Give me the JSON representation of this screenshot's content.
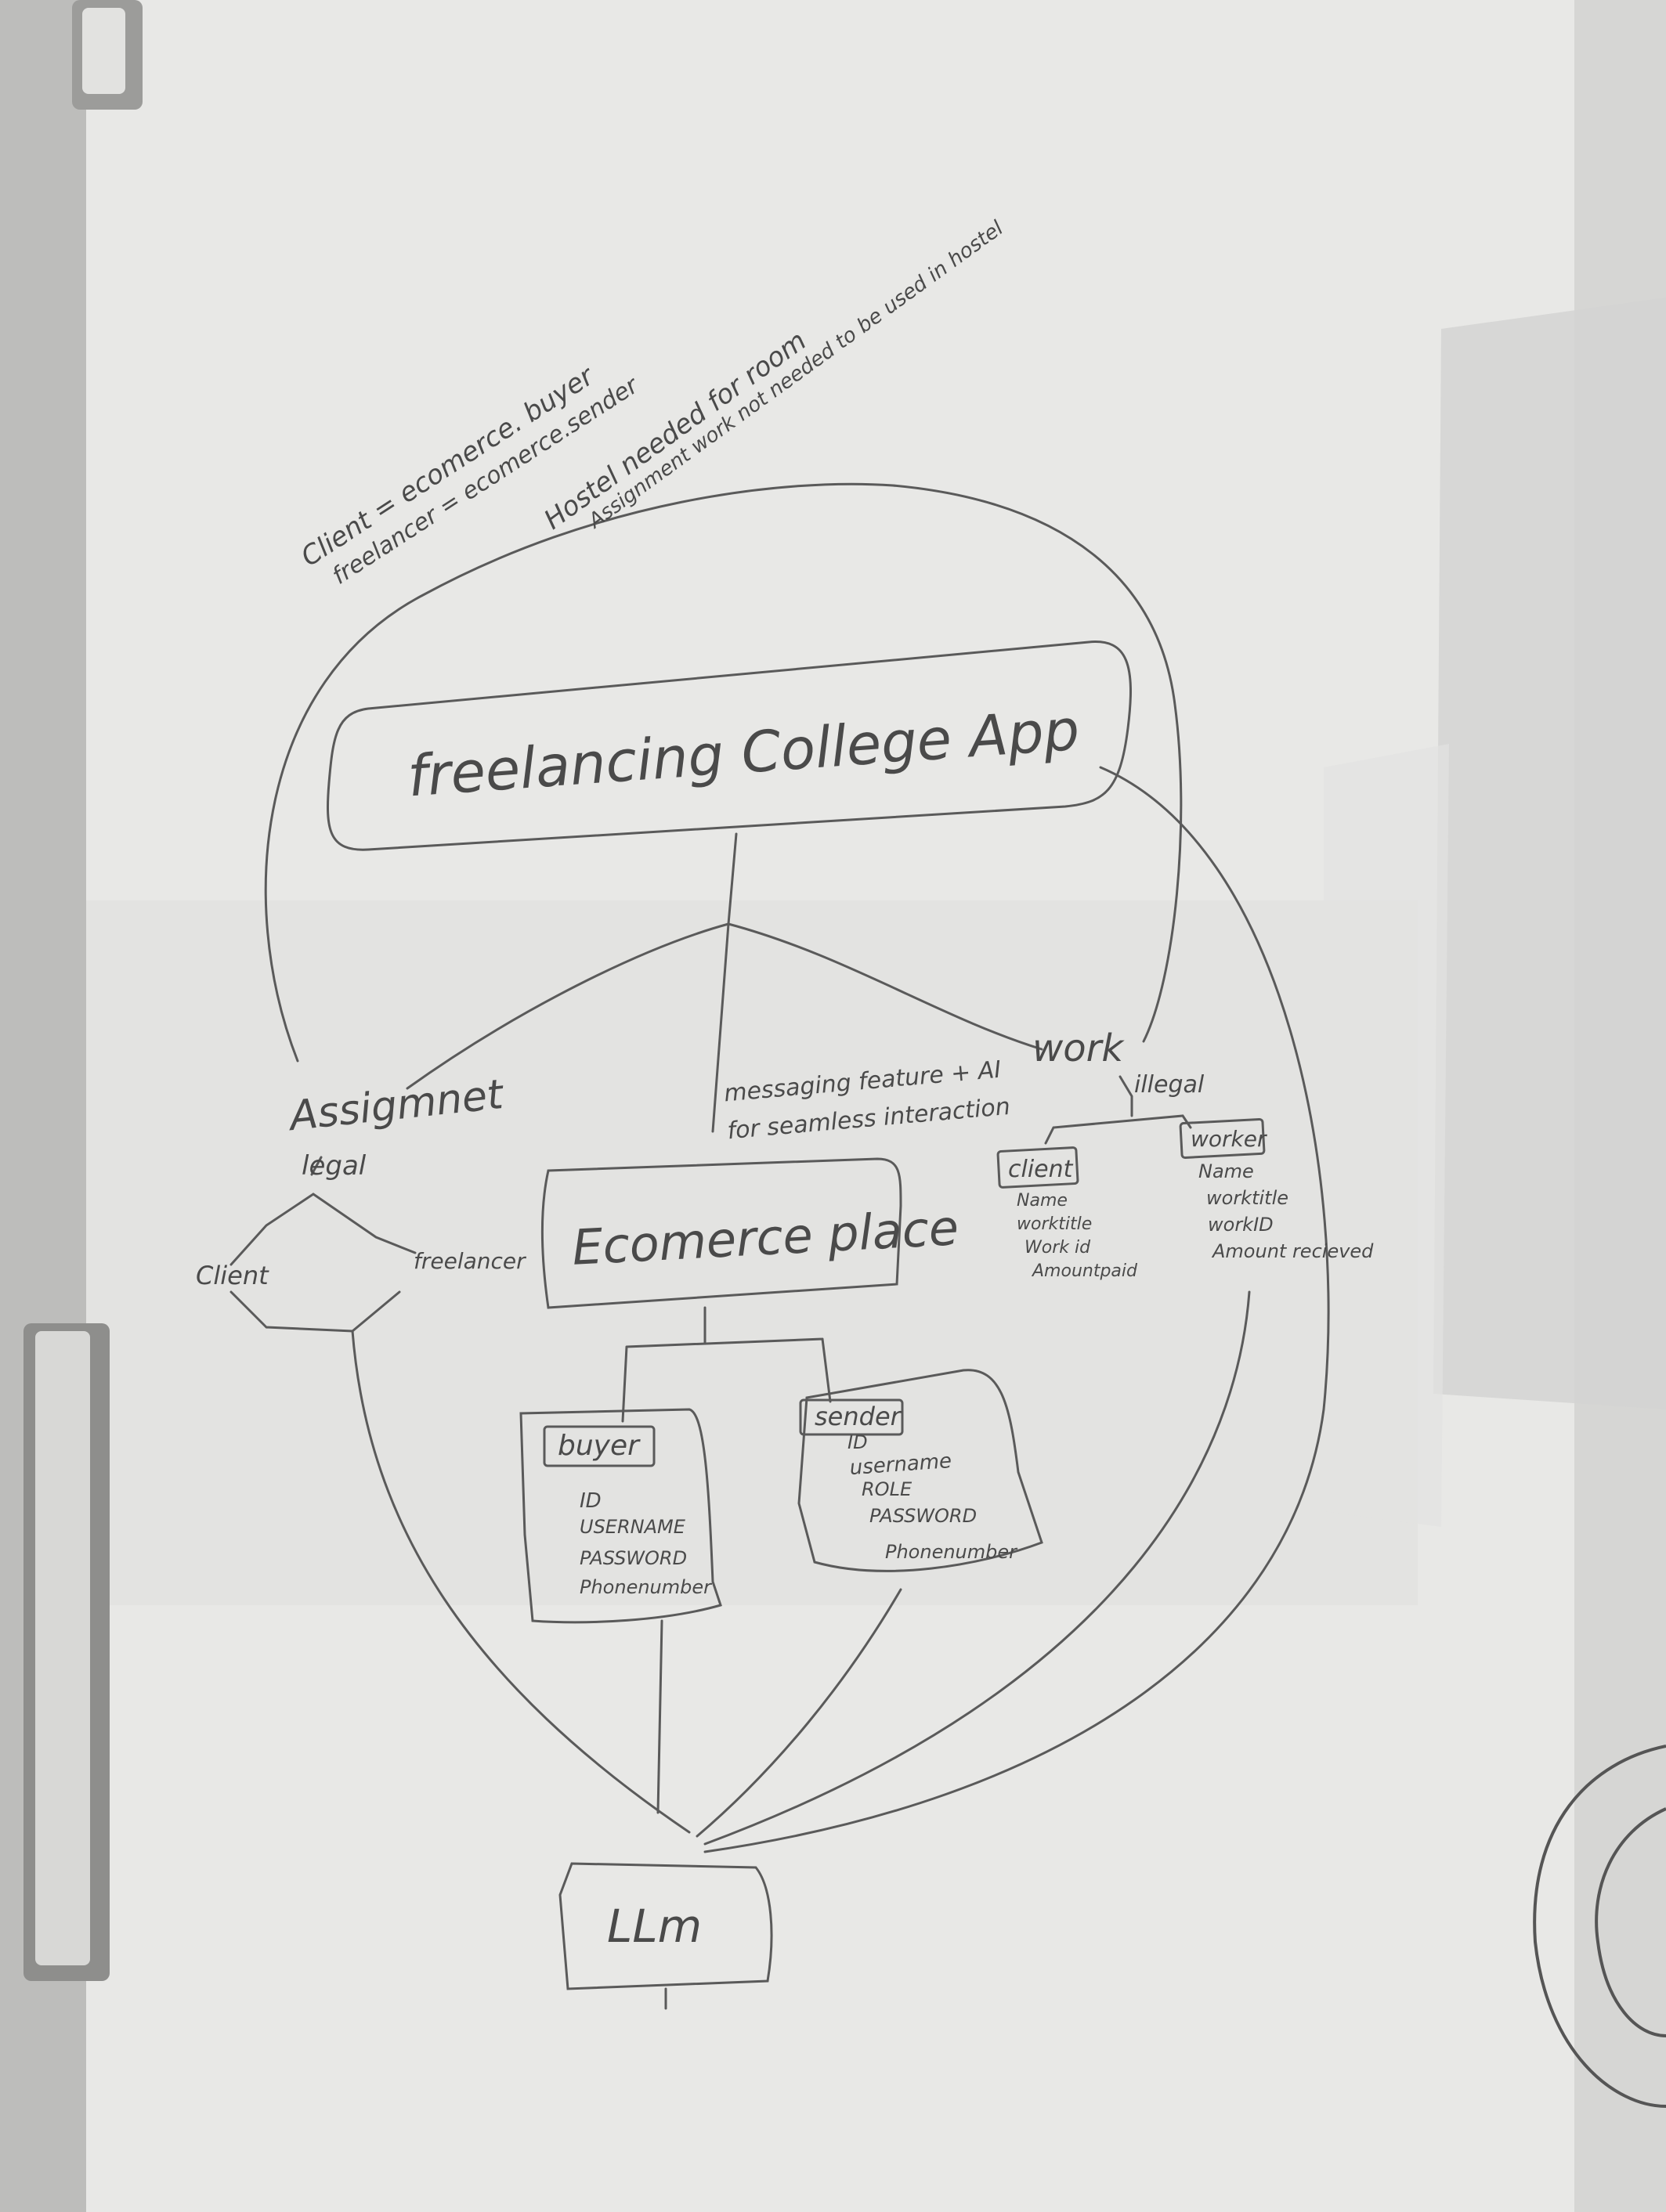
{
  "notes": {
    "line1": "Client = ecomerce. buyer",
    "line2": "freelancer = ecomerce.sender",
    "line3": "Hostel needed for room",
    "line4": "Assignment work not needed to be used in hostel"
  },
  "app_title": "freelancing College App",
  "branches": {
    "assignment": {
      "title": "Assigmnet",
      "subtitle": "legal",
      "left": "Client",
      "right": "freelancer"
    },
    "messaging": {
      "line1": "messaging feature + AI",
      "line2": "for seamless interaction"
    },
    "work": {
      "title": "work",
      "subtitle": "illegal",
      "client": {
        "title": "client",
        "fields": [
          "Name",
          "worktitle",
          "Work id",
          "Amountpaid"
        ]
      },
      "worker": {
        "title": "worker",
        "fields": [
          "Name",
          "worktitle",
          "workID",
          "Amount recieved"
        ]
      }
    }
  },
  "ecommerce": {
    "title": "Ecomerce place",
    "buyer": {
      "title": "buyer",
      "fields": [
        "ID",
        "USERNAME",
        "PASSWORD",
        "Phonenumber"
      ]
    },
    "sender": {
      "title": "sender",
      "fields": [
        "ID",
        "username",
        "ROLE",
        "PASSWORD",
        "Phonenumber"
      ]
    }
  },
  "llm": {
    "label": "LLm"
  },
  "colors": {
    "board": "#e9e9e7",
    "pencil": "#5a5a5a",
    "shadow": "#c9c9c7"
  }
}
